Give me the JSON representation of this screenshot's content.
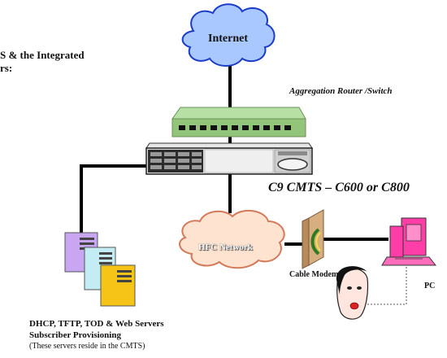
{
  "intro": {
    "line1": "S & the Integrated",
    "line2": "rs:"
  },
  "labels": {
    "internet": "Internet",
    "aggregation": "Aggregation Router /Switch",
    "cmts": "C9 CMTS – C600 or C800",
    "hfc": "HFC Network",
    "cable_modem": "Cable Modem",
    "pc": "PC",
    "servers_title": "DHCP, TFTP, TOD & Web Servers",
    "servers_sub": "Subscriber Provisioning",
    "servers_note": "(These servers reside in the CMTS)"
  },
  "colors": {
    "cloud": "#a9c8ff",
    "router_top": "#b6e0a4",
    "router_body": "#92c47a",
    "server1": "#c9a6f2",
    "server2": "#c4ecf4",
    "server3": "#f6c417",
    "pc": "#ff3ea8",
    "modem": "#d6ae80",
    "link": "#000000"
  },
  "icons": [
    "internet-cloud-icon",
    "router-switch-icon",
    "cmts-chassis-icon",
    "server-stack-icon",
    "hfc-cloud-icon",
    "cable-modem-icon",
    "pc-icon",
    "user-face-icon"
  ]
}
